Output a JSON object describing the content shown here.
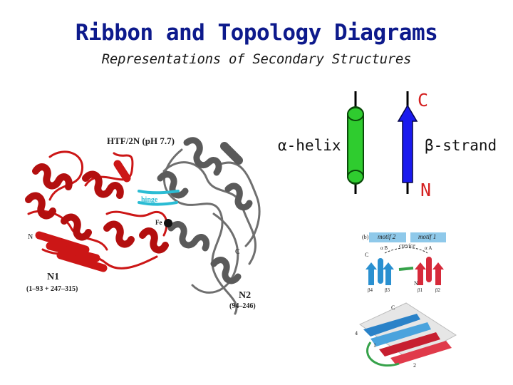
{
  "slide": {
    "title": "Ribbon and Topology Diagrams",
    "subtitle": "Representations of Secondary Structures"
  },
  "legend": {
    "helix_label": "α-helix",
    "strand_label": "β-strand",
    "c_term": "C",
    "n_term": "N",
    "helix_color": "#2fcc2f",
    "strand_color": "#1a1aee"
  },
  "protein_figure": {
    "title": "HTF/2N (pH 7.7)",
    "hinge": "hinge",
    "fe": "Fe",
    "n_label": "N",
    "c_label": "C",
    "n1": "N1",
    "n1_range": "(1–93 + 247–315)",
    "n2": "N2",
    "n2_range": "(94–246)",
    "red": "#cc1616",
    "gray": "#6f6f6f",
    "cyan": "#2bbcd4"
  },
  "topology_figure": {
    "panel_label": "(b)",
    "motif2": "motif 2",
    "motif1": "motif 1",
    "crevice": "crevice",
    "alpha_b": "α B",
    "alpha_a": "α A",
    "c_label": "C",
    "n_label": "N",
    "beta4": "β4",
    "beta3": "β3",
    "beta1": "β1",
    "beta2": "β2",
    "num4": "4",
    "num1": "1",
    "num2": "2",
    "c_label_bottom": "C"
  }
}
